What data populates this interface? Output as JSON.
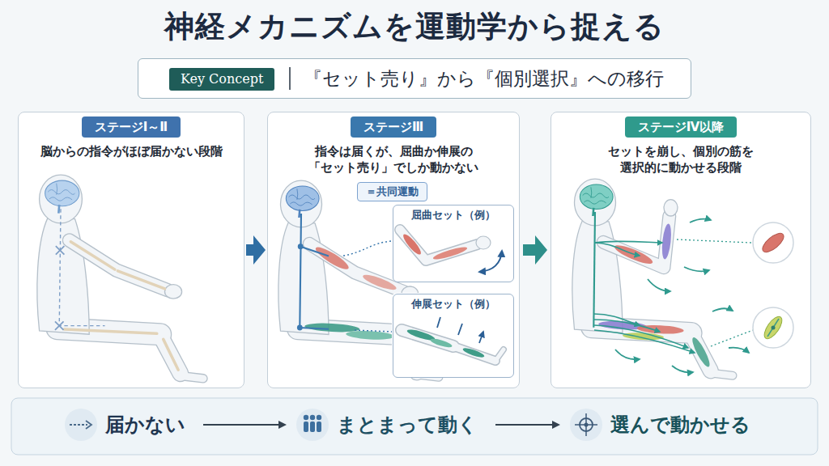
{
  "diagram": {
    "title": "神経メカニズムを運動学から捉える",
    "nodes": [
      {
        "text": [
          "『セット売り』から『個別選択』への移行"
        ]
      },
      {
        "text": [
          "Key Concept"
        ],
        "in": 0
      },
      {
        "text": [
          "ステージⅠ～Ⅱ",
          "脳からの指令がほぼ届かない段階"
        ]
      },
      {
        "text": [
          "ステージⅢ",
          "指令は届くが、屈曲か伸展の 「セット売り」でしか動かない"
        ]
      },
      {
        "text": [
          "＝共同運動"
        ],
        "in": 3
      },
      {
        "text": [
          "屈曲セット（例）"
        ],
        "in": 3
      },
      {
        "text": [
          "伸展セット（例）"
        ],
        "in": 3
      },
      {
        "text": [
          "ステージⅣ以降",
          "セットを崩し、個別の筋を 選択的に動かせる段階"
        ]
      },
      {
        "text": [
          "届かない"
        ]
      },
      {
        "text": [
          "まとまって動く"
        ]
      },
      {
        "text": [
          "選んで動かせる"
        ]
      }
    ],
    "edges": [
      {
        "from": 2,
        "to": 3,
        "arrow": "to"
      },
      {
        "from": 3,
        "to": 7,
        "arrow": "to"
      },
      {
        "from": 8,
        "to": 9,
        "arrow": "to"
      },
      {
        "from": 9,
        "to": 10,
        "arrow": "to"
      }
    ]
  }
}
